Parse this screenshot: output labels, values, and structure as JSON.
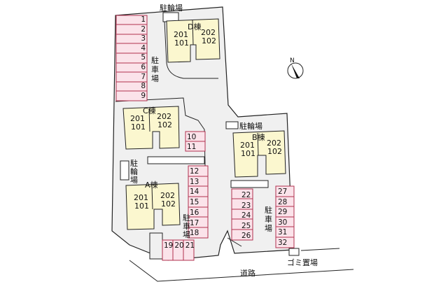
{
  "colors": {
    "site_fill": "#f0f0f0",
    "building_fill": "#fbf7cf",
    "parking_fill": "#fbe3ea",
    "parking_stroke": "#b0304f",
    "outline": "#222222"
  },
  "buildings": [
    {
      "name": "D棟",
      "left": [
        "201",
        "101"
      ],
      "right": [
        "202",
        "102"
      ]
    },
    {
      "name": "C棟",
      "left": [
        "201",
        "101"
      ],
      "right": [
        "202",
        "102"
      ]
    },
    {
      "name": "B棟",
      "left": [
        "201",
        "101"
      ],
      "right": [
        "202",
        "102"
      ]
    },
    {
      "name": "A棟",
      "left": [
        "201",
        "101"
      ],
      "right": [
        "202",
        "102"
      ]
    }
  ],
  "labels": {
    "bicycle_parking": "駐輪場",
    "parking": "駐車場",
    "parking_v": [
      "駐",
      "車",
      "場"
    ],
    "bicycle_v": [
      "駐",
      "輪",
      "場"
    ],
    "road": "道路",
    "garbage": "ゴミ置場",
    "north": "N"
  },
  "parking_spaces": {
    "left_column": [
      "1",
      "2",
      "3",
      "4",
      "5",
      "6",
      "7",
      "8",
      "9"
    ],
    "mid_upper": [
      "10",
      "11"
    ],
    "mid_lower": [
      "12",
      "13",
      "14",
      "15",
      "16",
      "17",
      "18"
    ],
    "bottom_row": [
      "19",
      "20",
      "21"
    ],
    "right_left": [
      "22",
      "23",
      "24",
      "25",
      "26"
    ],
    "right_right": [
      "27",
      "28",
      "29",
      "30",
      "31",
      "32"
    ]
  }
}
